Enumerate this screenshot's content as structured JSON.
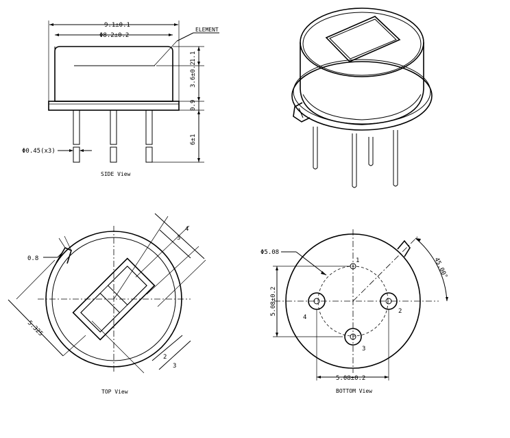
{
  "side_view": {
    "title": "SIDE View",
    "dim_width": "9.1±0.1",
    "dim_cap": "Φ8.2±0.2",
    "element": "ELEMENT",
    "dim_window": "1.1",
    "dim_height": "3.6±0.2",
    "dim_flange": "0.9",
    "dim_leads": "6±1",
    "dim_pin": "Φ0.45(x3)"
  },
  "top_view": {
    "title": "TOP View",
    "dim_tab": "0.8",
    "dim_offset": "5.325",
    "dim_a": "4",
    "dim_b": "3",
    "dim_c": "2",
    "dim_d": "3"
  },
  "bottom_view": {
    "title": "BOTTOM View",
    "dim_pcd": "Φ5.08",
    "dim_vert": "5.08±0.2",
    "dim_horiz": "5.08±0.2",
    "dim_angle": "45.00°",
    "pin1": "1",
    "pin2": "2",
    "pin3": "3",
    "pin4": "4"
  }
}
